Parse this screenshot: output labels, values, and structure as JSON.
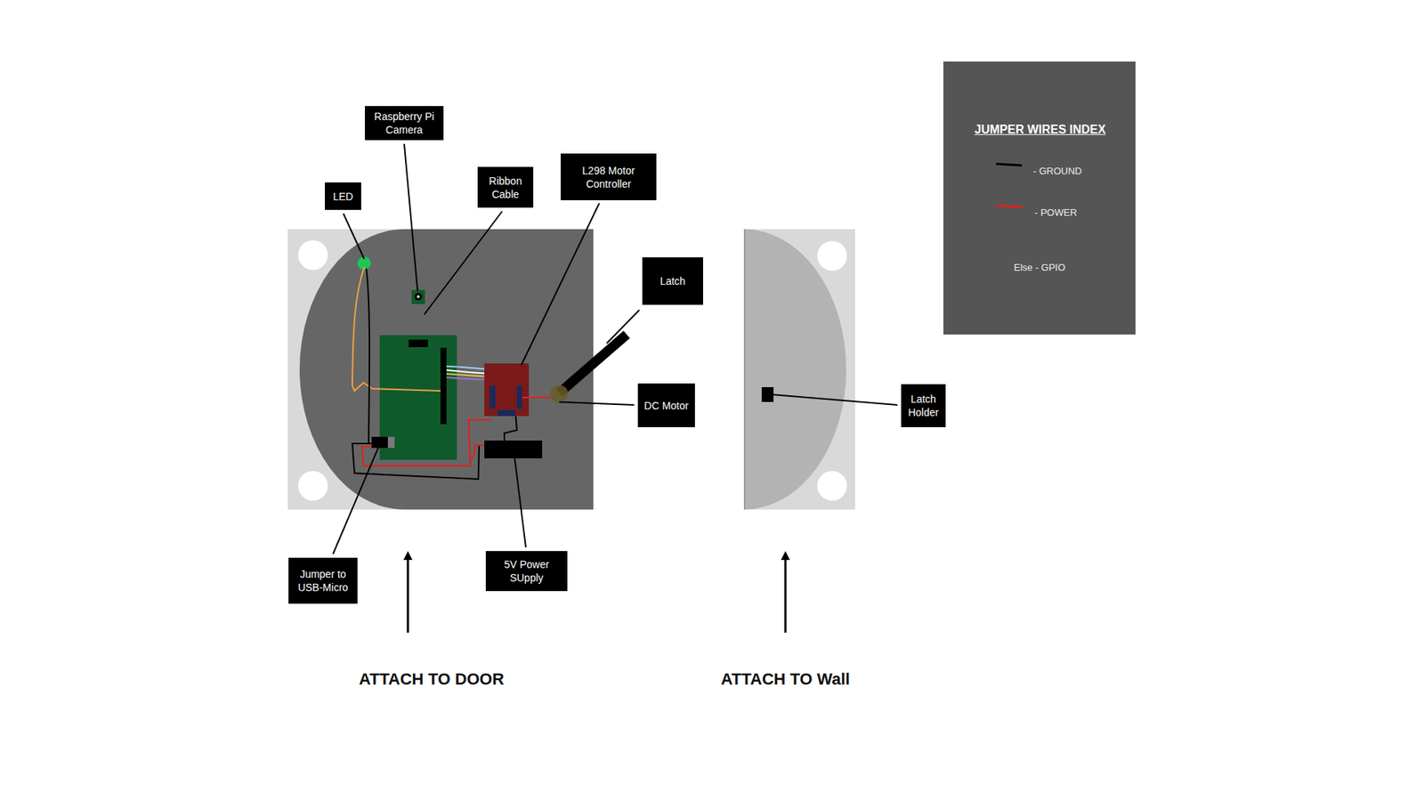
{
  "diagram": {
    "nodes": [
      {
        "text": [
          "Raspberry Pi Camera"
        ]
      },
      {
        "text": [
          "L298 Motor Controller"
        ]
      },
      {
        "text": [
          "Ribbon Cable"
        ]
      },
      {
        "text": [
          "LED"
        ]
      },
      {
        "text": [
          "Latch"
        ]
      },
      {
        "text": [
          "DC Motor"
        ]
      },
      {
        "text": [
          "Latch Holder"
        ]
      },
      {
        "text": [
          "5V Power SUpply"
        ]
      },
      {
        "text": [
          "Jumper to USB-Micro"
        ]
      }
    ],
    "labels": [
      "JUMPER WIRES INDEX",
      "ATTACH TO DOOR",
      "ATTACH TO Wall"
    ],
    "legend": [
      {
        "text": "- GROUND"
      },
      {
        "text": "- POWER"
      },
      {
        "text": "Else - GPIO"
      }
    ]
  }
}
